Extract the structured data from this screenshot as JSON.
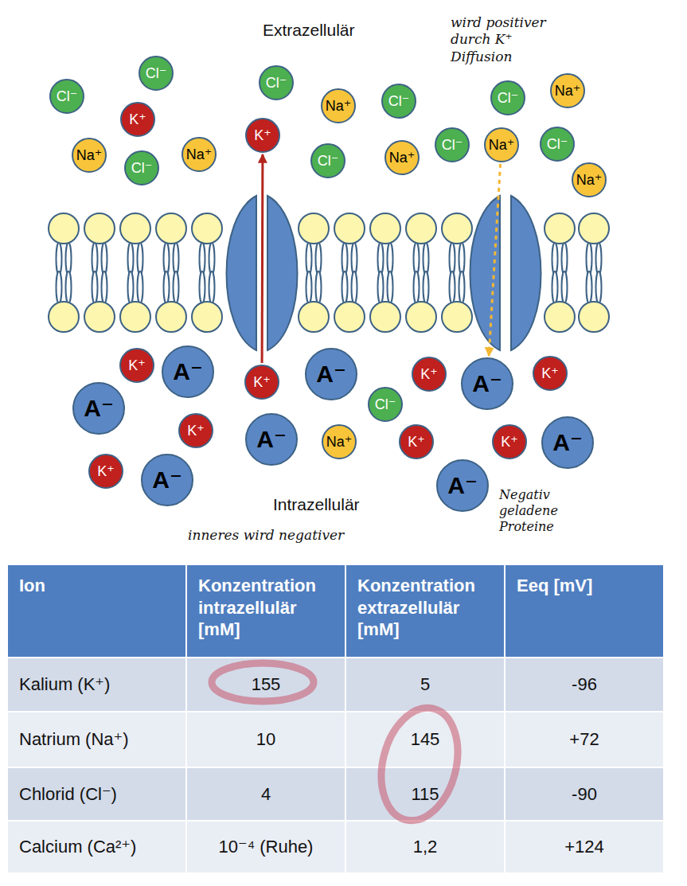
{
  "diagram": {
    "nodes": [
      {
        "text": [
          "Cl⁻"
        ]
      },
      {
        "text": [
          "Cl⁻"
        ]
      },
      {
        "text": [
          "K⁺"
        ]
      },
      {
        "text": [
          "Na⁺"
        ]
      },
      {
        "text": [
          "Cl⁻"
        ]
      },
      {
        "text": [
          "Na⁺"
        ]
      },
      {
        "text": [
          "Cl⁻"
        ]
      },
      {
        "text": [
          "K⁺"
        ]
      },
      {
        "text": [
          "Na⁺"
        ]
      },
      {
        "text": [
          "Cl⁻"
        ]
      },
      {
        "text": [
          "Cl⁻"
        ]
      },
      {
        "text": [
          "Na⁺"
        ]
      },
      {
        "text": [
          "Cl⁻"
        ]
      },
      {
        "text": [
          "Cl⁻"
        ]
      },
      {
        "text": [
          "Na⁺"
        ]
      },
      {
        "text": [
          "Na⁺"
        ]
      },
      {
        "text": [
          "Cl⁻"
        ]
      },
      {
        "text": [
          "Na⁺"
        ]
      },
      {
        "text": [
          "K⁺"
        ]
      },
      {
        "text": [
          "A⁻"
        ]
      },
      {
        "text": [
          "K⁺"
        ]
      },
      {
        "text": [
          "A⁻"
        ]
      },
      {
        "text": [
          "K⁺"
        ]
      },
      {
        "text": [
          "A⁻"
        ]
      },
      {
        "text": [
          "K⁺"
        ]
      },
      {
        "text": [
          "A⁻"
        ]
      },
      {
        "text": [
          "Cl⁻"
        ]
      },
      {
        "text": [
          "K⁺"
        ]
      },
      {
        "text": [
          "A⁻"
        ]
      },
      {
        "text": [
          "Na⁺"
        ]
      },
      {
        "text": [
          "K⁺"
        ]
      },
      {
        "text": [
          "K⁺"
        ]
      },
      {
        "text": [
          "A⁻"
        ]
      },
      {
        "text": [
          "K⁺"
        ]
      },
      {
        "text": [
          "A⁻"
        ]
      },
      {
        "text": [
          "A⁻"
        ]
      }
    ],
    "edges": [
      {
        "from": 20,
        "to": 7,
        "arrow": "to"
      },
      {
        "from": 15,
        "to": 23,
        "arrow": "to"
      }
    ],
    "labels": [
      "Extrazellulär",
      "wird positiver durch K⁺ Diffusion",
      "Intrazellulär",
      "inneres wird negativer",
      "Negativ geladene Proteine",
      "Ion",
      "Konzentration intrazellulär [mM]",
      "Konzentration extrazellulär [mM]",
      "Eeq [mV]",
      "Kalium (K⁺)",
      "155",
      "5",
      "-96",
      "Natrium (Na⁺)",
      "10",
      "145",
      "+72",
      "Chlorid (Cl⁻)",
      "4",
      "115",
      "-90",
      "Calcium (Ca²⁺)",
      "10⁻⁴ (Ruhe)",
      "1,2",
      "+124"
    ]
  }
}
